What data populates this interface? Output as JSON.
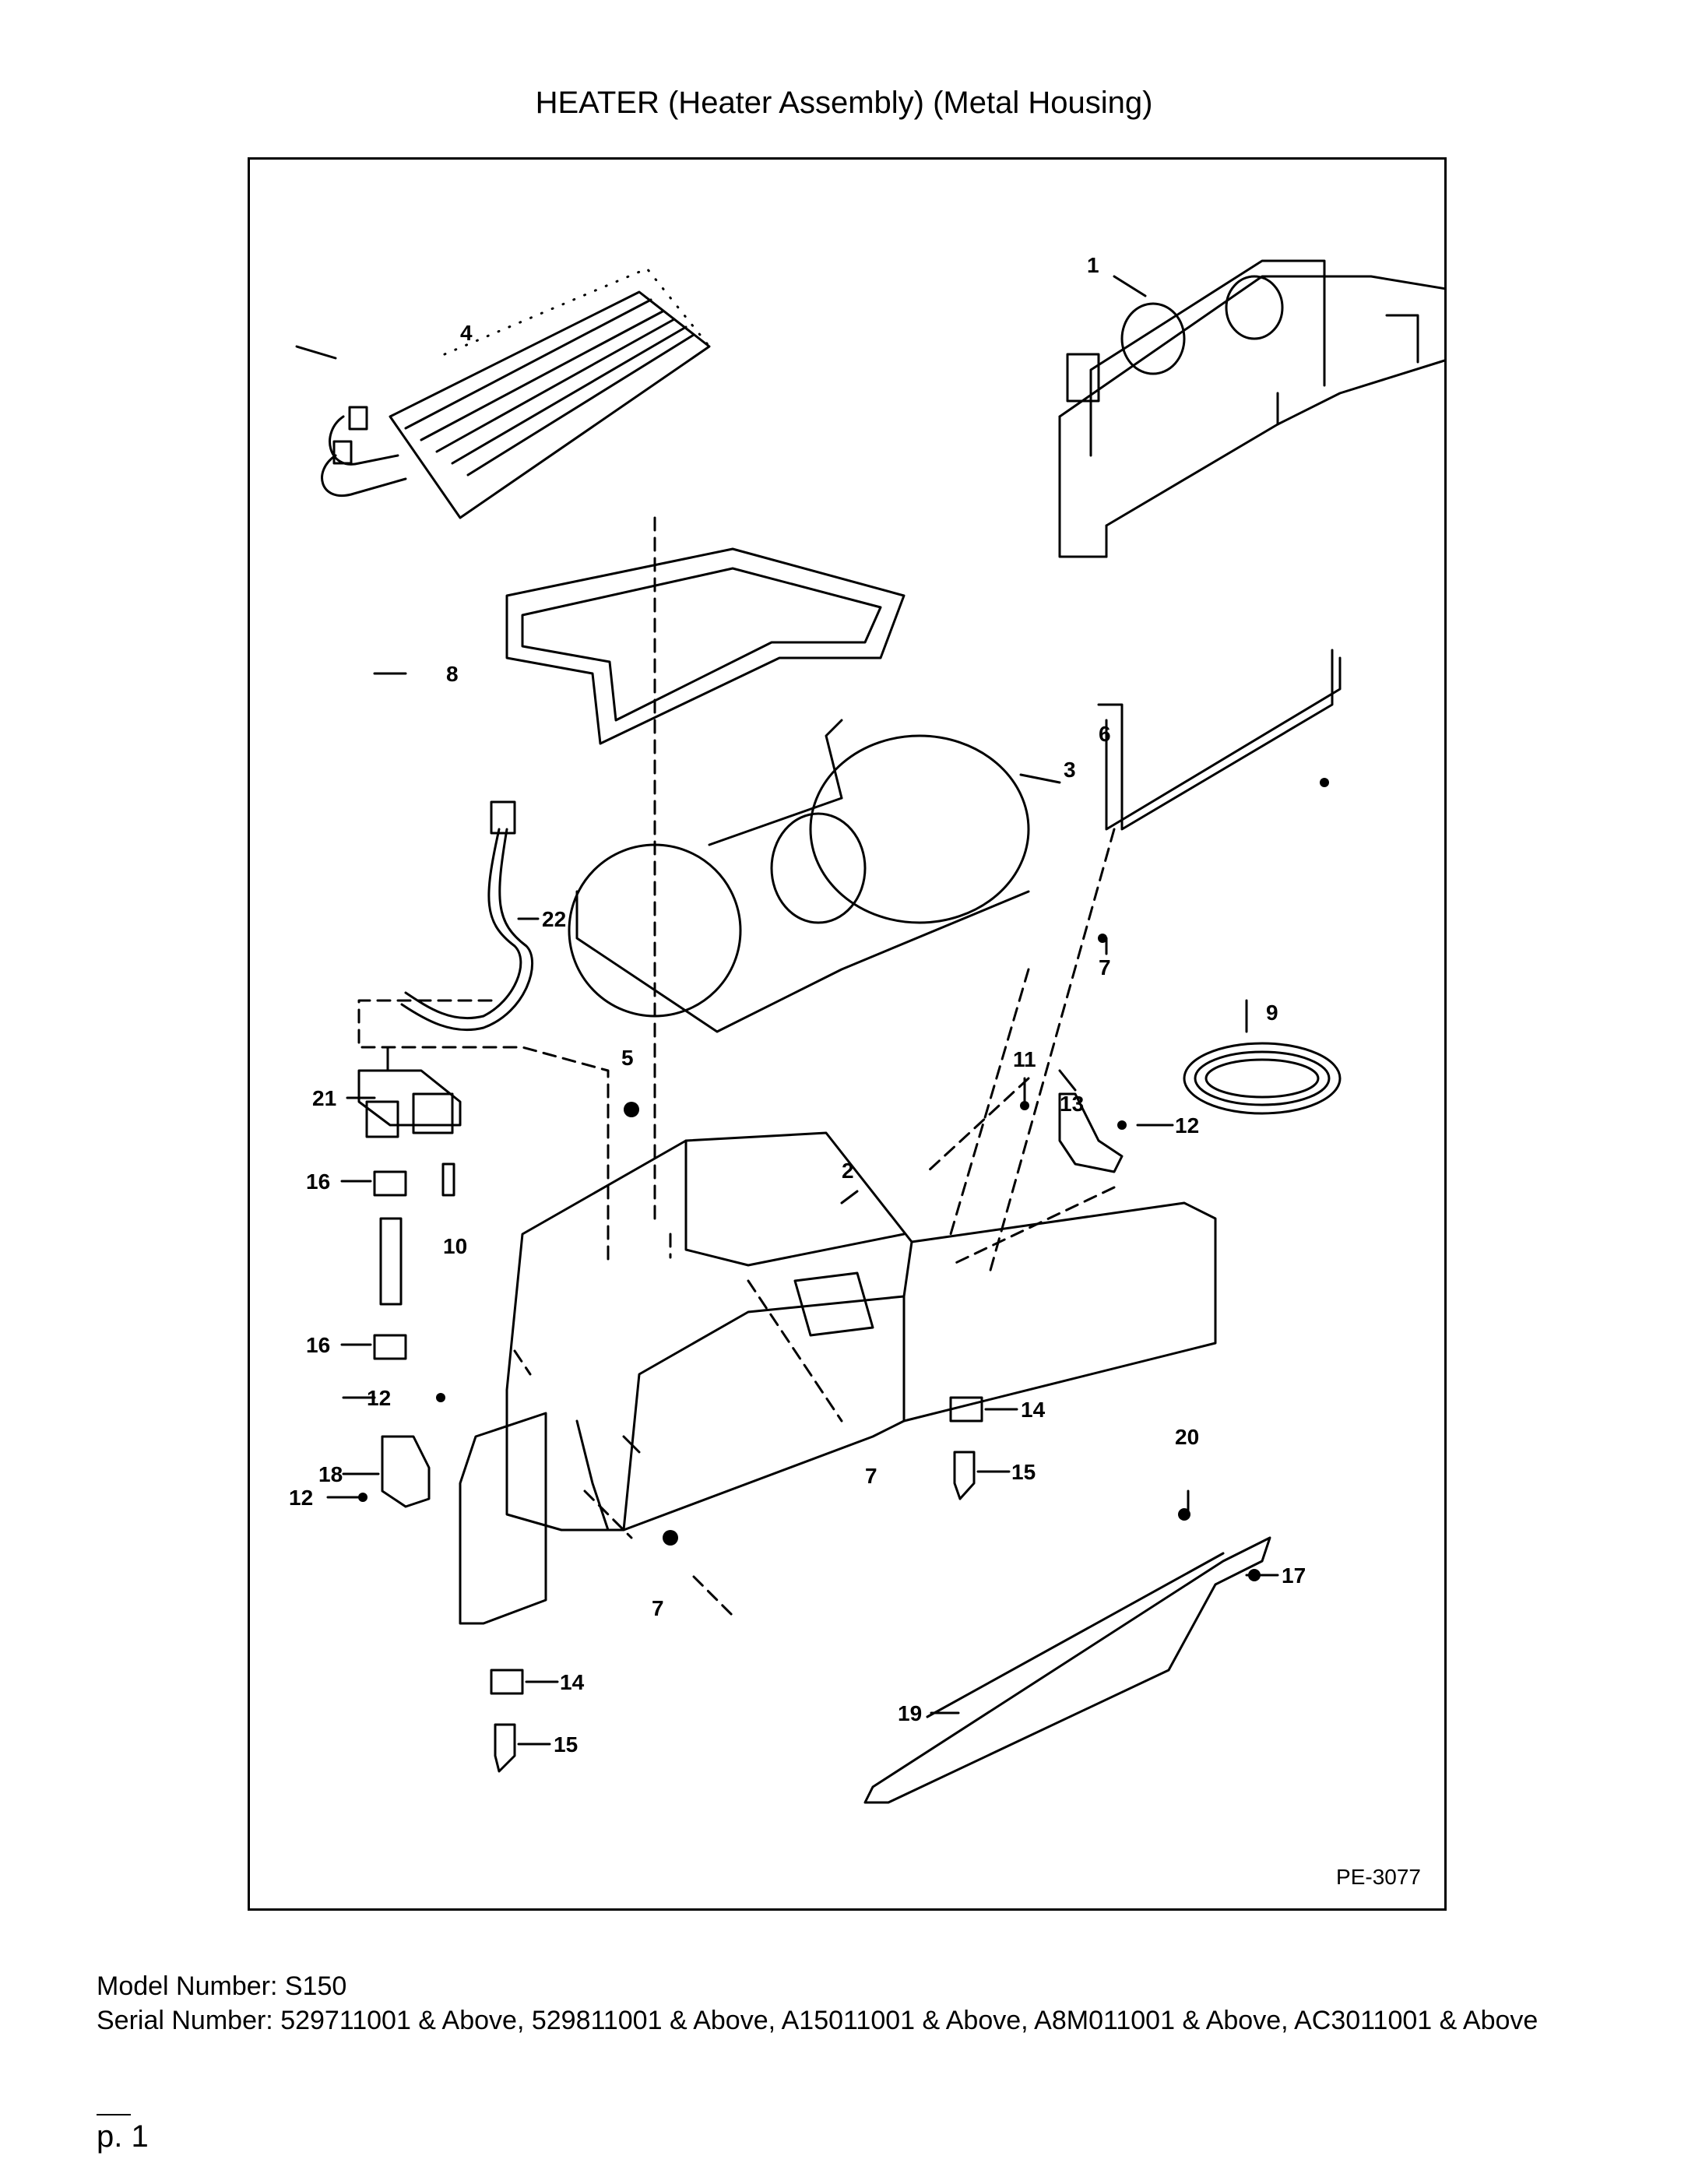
{
  "title": "HEATER (Heater Assembly) (Metal Housing)",
  "diagram_code": "PE-3077",
  "model_line": "Model Number: S150",
  "serial_line": "Serial Number: 529711001 & Above, 529811001 & Above, A15011001 & Above, A8M011001 & Above, AC3011001 & Above",
  "page_marker": "p. 1",
  "callouts": {
    "c1": "1",
    "c2": "2",
    "c3": "3",
    "c4": "4",
    "c5": "5",
    "c6": "6",
    "c7a": "7",
    "c7b": "7",
    "c7c": "7",
    "c8": "8",
    "c9": "9",
    "c10": "10",
    "c11": "11",
    "c12a": "12",
    "c12b": "12",
    "c12c": "12",
    "c13": "13",
    "c14a": "14",
    "c14b": "14",
    "c15a": "15",
    "c15b": "15",
    "c16a": "16",
    "c16b": "16",
    "c17": "17",
    "c18": "18",
    "c19": "19",
    "c20": "20",
    "c21": "21",
    "c22": "22"
  }
}
